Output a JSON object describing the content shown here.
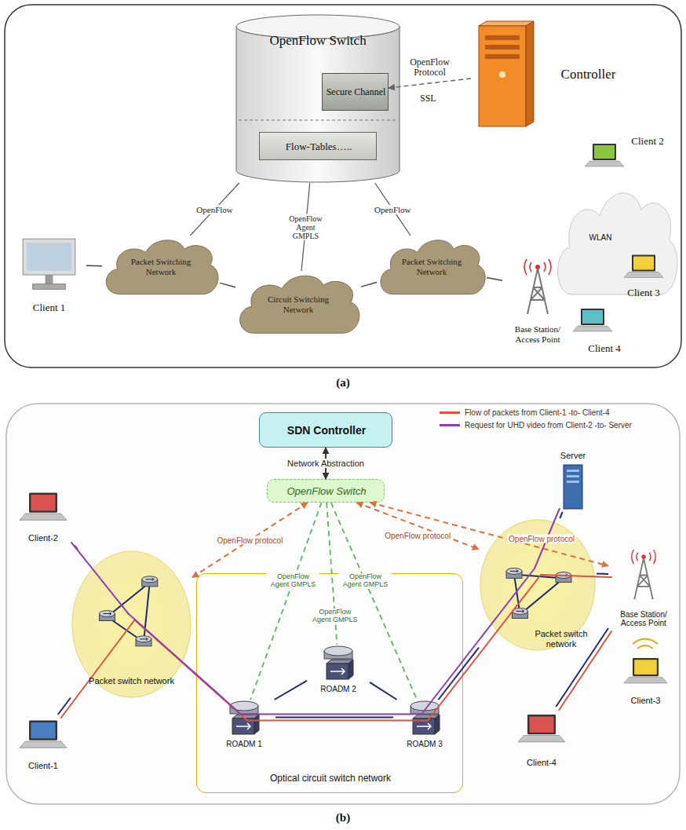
{
  "diagram": {
    "nodes": [
      {
        "text": [
          "OpenFlow Switch"
        ]
      },
      {
        "text": [
          "Secure Channel"
        ],
        "in": 0
      },
      {
        "text": [
          "Flow-Tables….."
        ],
        "in": 0
      },
      {
        "text": [
          "Controller"
        ]
      },
      {
        "text": [
          "Client 1"
        ]
      },
      {
        "text": [
          "Packet Switching Network"
        ]
      },
      {
        "text": [
          "Circuit Switching Network"
        ]
      },
      {
        "text": [
          "Packet Switching Network"
        ]
      },
      {
        "text": [
          "Base Station/ Access Point"
        ]
      },
      {
        "text": [
          "WLAN"
        ]
      },
      {
        "text": [
          "Client 2"
        ]
      },
      {
        "text": [
          "Client 3"
        ]
      },
      {
        "text": [
          "Client 4"
        ]
      },
      {
        "text": [
          "SDN Controller"
        ]
      },
      {
        "text": [
          "OpenFlow Switch"
        ]
      },
      {
        "text": [
          "Client-2"
        ]
      },
      {
        "text": [
          "Client-1"
        ]
      },
      {
        "text": [
          "Packet switch network"
        ]
      },
      {
        "text": [
          "Optical circuit switch network"
        ]
      },
      {
        "text": [
          "ROADM 1"
        ],
        "in": 18
      },
      {
        "text": [
          "ROADM 2"
        ],
        "in": 18
      },
      {
        "text": [
          "ROADM 3"
        ],
        "in": 18
      },
      {
        "text": [
          "Packet switch network"
        ]
      },
      {
        "text": [
          "Server"
        ]
      },
      {
        "text": [
          "Base Station/ Access Point"
        ]
      },
      {
        "text": [
          "Client-3"
        ]
      },
      {
        "text": [
          "Client-4"
        ]
      }
    ],
    "edges": [
      {
        "from": 3,
        "to": 1,
        "arrow": "to",
        "label": "OpenFlow Protocol"
      },
      {
        "from": 0,
        "to": 5,
        "arrow": "none",
        "label": "OpenFlow"
      },
      {
        "from": 0,
        "to": 6,
        "arrow": "none",
        "label": "OpenFlow Agent GMPLS"
      },
      {
        "from": 0,
        "to": 7,
        "arrow": "none",
        "label": "OpenFlow"
      },
      {
        "from": 4,
        "to": 5,
        "arrow": "none"
      },
      {
        "from": 5,
        "to": 6,
        "arrow": "none"
      },
      {
        "from": 6,
        "to": 7,
        "arrow": "none"
      },
      {
        "from": 7,
        "to": 8,
        "arrow": "none"
      },
      {
        "from": 13,
        "to": 14,
        "arrow": "both",
        "label": "Network Abstraction"
      },
      {
        "from": 14,
        "to": 17,
        "arrow": "both",
        "label": "OpenFlow protocol"
      },
      {
        "from": 14,
        "to": 22,
        "arrow": "both",
        "label": "OpenFlow protocol"
      },
      {
        "from": 14,
        "to": 24,
        "arrow": "both",
        "label": "OpenFlow protocol"
      },
      {
        "from": 14,
        "to": 19,
        "arrow": "none",
        "label": "OpenFlow Agent GMPLS"
      },
      {
        "from": 14,
        "to": 20,
        "arrow": "none",
        "label": "OpenFlow Agent GMPLS"
      },
      {
        "from": 14,
        "to": 21,
        "arrow": "none",
        "label": "OpenFlow Agent GMPLS"
      },
      {
        "from": 15,
        "to": 17,
        "arrow": "none"
      },
      {
        "from": 16,
        "to": 17,
        "arrow": "none"
      },
      {
        "from": 17,
        "to": 19,
        "arrow": "none"
      },
      {
        "from": 19,
        "to": 20,
        "arrow": "none"
      },
      {
        "from": 20,
        "to": 21,
        "arrow": "none"
      },
      {
        "from": 19,
        "to": 21,
        "arrow": "none"
      },
      {
        "from": 21,
        "to": 22,
        "arrow": "none"
      },
      {
        "from": 22,
        "to": 23,
        "arrow": "none"
      },
      {
        "from": 22,
        "to": 24,
        "arrow": "none"
      },
      {
        "from": 24,
        "to": 26,
        "arrow": "none"
      }
    ],
    "labels": [
      "SSL",
      "(a)",
      "(b)"
    ],
    "legend": [
      {
        "text": "Flow of packets from Client-1 -to- Client-4",
        "color": "#e0523f"
      },
      {
        "text": "Request for UHD video from Client-2 -to- Server",
        "color": "#8e3fb0"
      }
    ]
  }
}
